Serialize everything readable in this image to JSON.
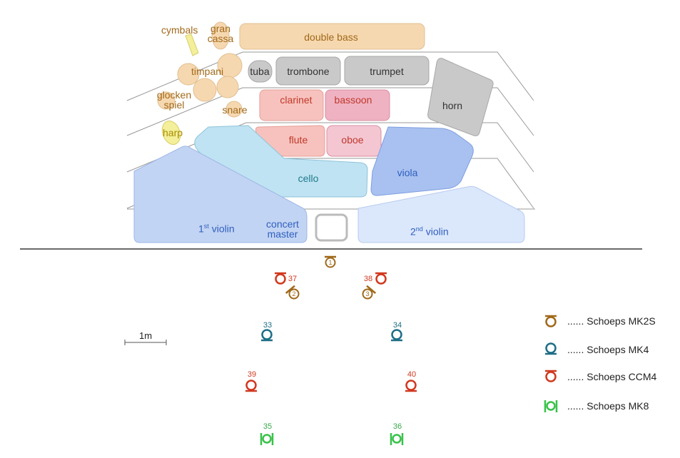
{
  "colors": {
    "percussion": "#f6d8b0",
    "percussion_text": "#a0691a",
    "brass": "#c9c9c9",
    "woodwind_red": "#f7c2bd",
    "woodwind_pink": "#f3b6c8",
    "strings_blue": "#b6cdf1",
    "cello": "#bfe3f2",
    "harp": "#f3ef9a",
    "mk2s": "#a0691a",
    "mk4": "#1e6e86",
    "ccm4": "#d0391f",
    "mk8": "#38c24a"
  },
  "instruments": {
    "cymbals": "cymbals",
    "gran_cassa": [
      "gran",
      "cassa"
    ],
    "double_bass": "double bass",
    "timpani": "timpani",
    "tuba": "tuba",
    "trombone": "trombone",
    "trumpet": "trumpet",
    "glockenspiel": [
      "glocken",
      "spiel"
    ],
    "snare": "snare",
    "clarinet": "clarinet",
    "bassoon": "bassoon",
    "horn": "horn",
    "harp": "harp",
    "flute": "flute",
    "oboe": "oboe",
    "cello": "cello",
    "viola": "viola",
    "violin1_num": "1",
    "violin1_sup": "st",
    "violin1_word": " violin",
    "concert_master": [
      "concert",
      "master"
    ],
    "violin2_num": "2",
    "violin2_sup": "nd",
    "violin2_word": " violin"
  },
  "microphones": {
    "m1": "1",
    "m2": "2",
    "m3": "3",
    "m33": "33",
    "m34": "34",
    "m35": "35",
    "m36": "36",
    "m37": "37",
    "m38": "38",
    "m39": "39",
    "m40": "40"
  },
  "scale_label": "1m",
  "legend": [
    {
      "icon": "mk2s-icon",
      "text": "......  Schoeps MK2S"
    },
    {
      "icon": "mk4-icon",
      "text": "......  Schoeps MK4"
    },
    {
      "icon": "ccm4-icon",
      "text": "......  Schoeps CCM4"
    },
    {
      "icon": "mk8-icon",
      "text": "......  Schoeps MK8"
    }
  ]
}
